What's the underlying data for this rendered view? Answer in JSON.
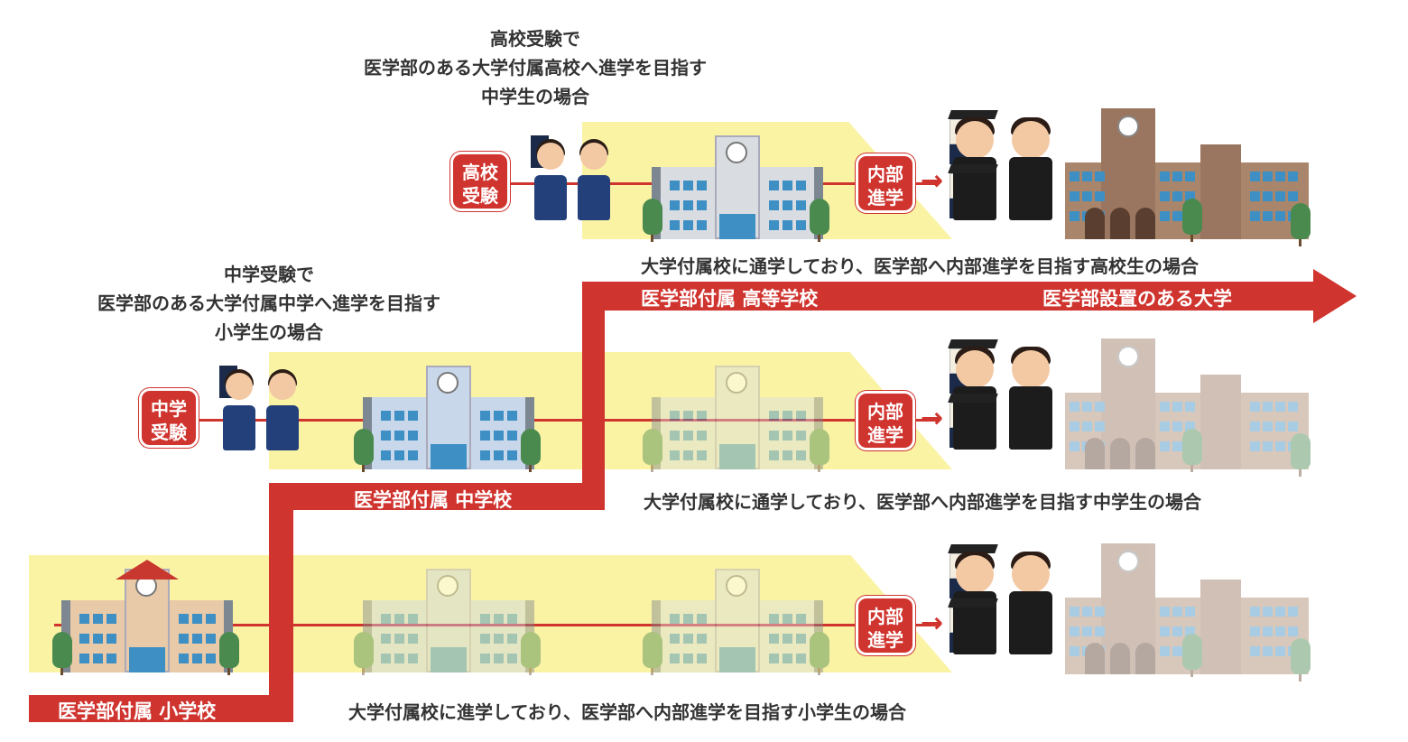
{
  "headings": {
    "high_exam": [
      "高校受験で",
      "医学部のある大学付属高校へ進学を目指す",
      "中学生の場合"
    ],
    "junior_exam": [
      "中学受験で",
      "医学部のある大学付属中学へ進学を目指す",
      "小学生の場合"
    ]
  },
  "captions": {
    "high": "大学付属校に通学しており、医学部へ内部進学を目指す高校生の場合",
    "junior": "大学付属校に通学しており、医学部へ内部進学を目指す中学生の場合",
    "elementary": "大学付属校に進学しており、医学部へ内部進学を目指す小学生の場合"
  },
  "bands": {
    "elementary": "医学部付属 小学校",
    "junior": "医学部付属 中学校",
    "high": "医学部付属 高等学校",
    "university": "医学部設置のある大学"
  },
  "badges": {
    "high_exam": [
      "高校",
      "受験"
    ],
    "junior_exam": [
      "中学",
      "受験"
    ],
    "internal": [
      "内部",
      "進学"
    ]
  },
  "colors": {
    "red": "#d0342f",
    "yellow": "#fbf3a4"
  }
}
